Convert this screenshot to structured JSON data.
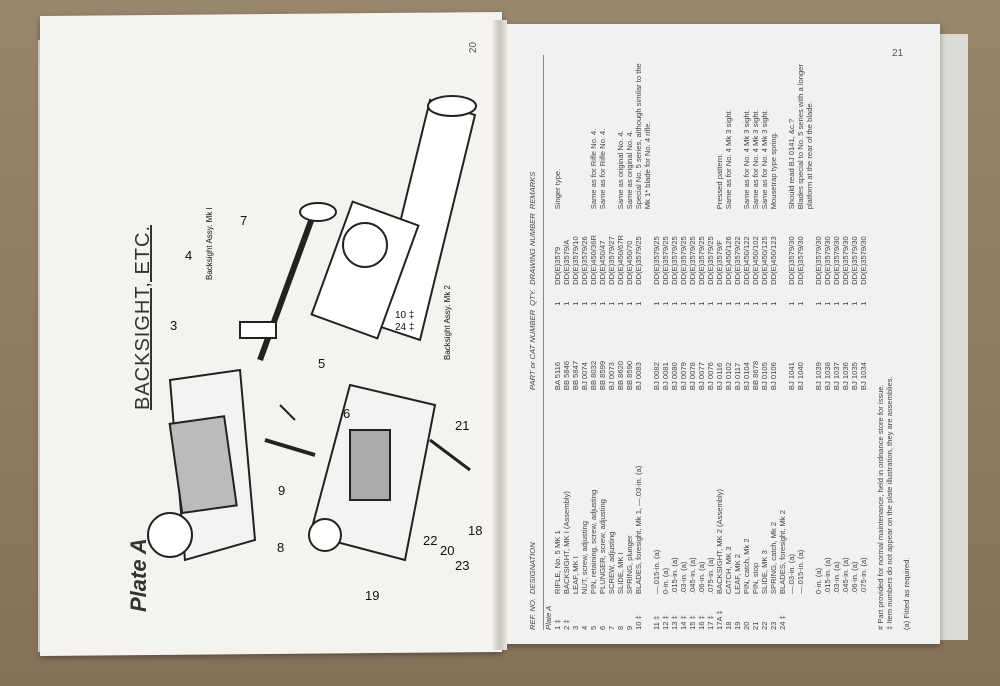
{
  "left_page": {
    "page_number": "20",
    "plate_label": "Plate A",
    "title": "BACKSIGHT, ETC.",
    "callouts": [
      "3",
      "4",
      "5",
      "6",
      "7",
      "8",
      "9",
      "10 ‡",
      "24 ‡",
      "18",
      "19",
      "20",
      "21",
      "22",
      "23"
    ],
    "assy_labels": [
      "Backsight Assy. Mk I",
      "Backsight Assy. Mk 2"
    ]
  },
  "right_page": {
    "page_number": "21",
    "headers": {
      "ref": "REF. NO.",
      "designation": "DESIGNATION",
      "part": "PART or CAT NUMBER",
      "qty": "QTY.",
      "drawing": "DRAWING NUMBER",
      "remarks": "REMARKS"
    },
    "plate_row": "Plate A",
    "rows": [
      {
        "ref": "1 ‡",
        "des": "RIFLE, No. 5 MK 1",
        "part": "BA 5116",
        "qty": "1",
        "drw": "DD(E)3579",
        "rem": "Singer type."
      },
      {
        "ref": "2 ‡",
        "des": "BACKSIGHT, MK I (Assembly)",
        "part": "BB 5846",
        "qty": "1",
        "drw": "DD(E)3579/A",
        "rem": ""
      },
      {
        "ref": "3",
        "des": "LEAF, MK I",
        "part": "BB 5847",
        "qty": "1",
        "drw": "DD(E)3579/10",
        "rem": ""
      },
      {
        "ref": "4",
        "des": "NUT, screw, adjusting",
        "part": "BJ 0074",
        "qty": "1",
        "drw": "DD(E)3579/26",
        "rem": ""
      },
      {
        "ref": "5",
        "des": "PIN, retaining, screw, adjusting",
        "part": "BB 8032",
        "qty": "1",
        "drw": "DD(E)450/36R",
        "rem": "Same as for Rifle No. 4."
      },
      {
        "ref": "6",
        "des": "PLUNGER, screw, adjusting",
        "part": "BB 8599",
        "qty": "1",
        "drw": "DD(E)450/47",
        "rem": "Same as for Rifle No. 4."
      },
      {
        "ref": "7",
        "des": "SCREW, adjusting",
        "part": "BJ 0073",
        "qty": "1",
        "drw": "DD(E)3579/27",
        "rem": ""
      },
      {
        "ref": "8",
        "des": "SLIDE, MK I",
        "part": "BB 8620",
        "qty": "1",
        "drw": "DD(E)450/67R",
        "rem": "Same as original No. 4."
      },
      {
        "ref": "9",
        "des": "SPRING, plunger",
        "part": "BB 8590",
        "qty": "1",
        "drw": "DD(E)450/70",
        "rem": "Same as original No. 4."
      },
      {
        "ref": "10 ‡",
        "des": "BLADES, foresight, Mk 1, —.03-in. (a)",
        "part": "BJ 0083",
        "qty": "1",
        "drw": "DD(E)3579/25",
        "rem": "Special No. 5 series, although similar to the Mk 1* blade for No. 4 rifle."
      },
      {
        "ref": "11 ‡",
        "des": "—.015-in. (a)",
        "part": "BJ 0082",
        "qty": "1",
        "drw": "DD(E)3579/25",
        "rem": ""
      },
      {
        "ref": "12 ‡",
        "des": "0-in. (a)",
        "part": "BJ 0081",
        "qty": "1",
        "drw": "DD(E)3579/25",
        "rem": ""
      },
      {
        "ref": "13 ‡",
        "des": ".015-in. (a)",
        "part": "BJ 0080",
        "qty": "1",
        "drw": "DD(E)3579/25",
        "rem": ""
      },
      {
        "ref": "14 ‡",
        "des": ".03-in. (a)",
        "part": "BJ 0079",
        "qty": "1",
        "drw": "DD(E)3579/25",
        "rem": ""
      },
      {
        "ref": "15 ‡",
        "des": ".045-in. (a)",
        "part": "BJ 0078",
        "qty": "1",
        "drw": "DD(E)3579/25",
        "rem": ""
      },
      {
        "ref": "16 ‡",
        "des": ".06-in. (a)",
        "part": "BJ 0077",
        "qty": "1",
        "drw": "DD(E)3579/25",
        "rem": ""
      },
      {
        "ref": "17 ‡",
        "des": ".075-in. (a)",
        "part": "BJ 0076",
        "qty": "1",
        "drw": "DD(E)3579/25",
        "rem": ""
      },
      {
        "ref": "17A ‡",
        "des": "BACKSIGHT, MK 2 (Assembly)",
        "part": "BJ 0116",
        "qty": "1",
        "drw": "DD(E)3579/F",
        "rem": "Pressed pattern."
      },
      {
        "ref": "18",
        "des": "CATCH, MK 3",
        "part": "BJ 0102",
        "qty": "1",
        "drw": "DD(E)450/126",
        "rem": "Same as for No. 4 Mk 3 sight."
      },
      {
        "ref": "19",
        "des": "LEAF, MK 2",
        "part": "BJ 0117",
        "qty": "1",
        "drw": "DD(E)3579/22",
        "rem": ""
      },
      {
        "ref": "20",
        "des": "PIN, catch, Mk 2",
        "part": "BJ 0104",
        "qty": "1",
        "drw": "DD(E)450/122",
        "rem": "Same as for No. 4 Mk 3 sight."
      },
      {
        "ref": "21",
        "des": "PIN, stop",
        "part": "BB 8678",
        "qty": "1",
        "drw": "DD(E)450/102",
        "rem": "Same as for No. 4 Mk 3 sight."
      },
      {
        "ref": "22",
        "des": "SLIDE, MK 3",
        "part": "BJ 0105",
        "qty": "1",
        "drw": "DD(E)450/125",
        "rem": "Same as for No. 4 Mk 3 sight."
      },
      {
        "ref": "23",
        "des": "SPRING, catch, Mk 2",
        "part": "BJ 0106",
        "qty": "1",
        "drw": "DD(E)450/123",
        "rem": "Mousetrap type spring."
      },
      {
        "ref": "24 ‡",
        "des": "BLADES, foresight, Mk 2",
        "part": "",
        "qty": "",
        "drw": "",
        "rem": ""
      },
      {
        "ref": "",
        "des": "—.03-in. (a)",
        "part": "BJ 1041",
        "qty": "1",
        "drw": "DD(E)3579/30",
        "rem": "Should read BJ 0141, &c.?"
      },
      {
        "ref": "",
        "des": "—.015-in. (a)",
        "part": "BJ 1040",
        "qty": "1",
        "drw": "DD(E)3579/30",
        "rem": "Blades special to No. 5 series with a longer platform at the rear of the blade."
      },
      {
        "ref": "",
        "des": "0-in. (a)",
        "part": "BJ 1039",
        "qty": "1",
        "drw": "DD(E)3579/30",
        "rem": ""
      },
      {
        "ref": "",
        "des": ".015-in. (a)",
        "part": "BJ 1038",
        "qty": "1",
        "drw": "DD(E)3579/30",
        "rem": ""
      },
      {
        "ref": "",
        "des": ".03-in. (a)",
        "part": "BJ 1037",
        "qty": "1",
        "drw": "DD(E)3579/30",
        "rem": ""
      },
      {
        "ref": "",
        "des": ".045-in. (a)",
        "part": "BJ 1036",
        "qty": "1",
        "drw": "DD(E)3579/30",
        "rem": ""
      },
      {
        "ref": "",
        "des": ".06-in. (a)",
        "part": "BJ 1035",
        "qty": "1",
        "drw": "DD(E)3579/30",
        "rem": ""
      },
      {
        "ref": "",
        "des": ".075-in. (a)",
        "part": "BJ 1034",
        "qty": "1",
        "drw": "DD(E)3579/30",
        "rem": ""
      }
    ],
    "footnotes": [
      "#  Part provided for normal maintenance, held in ordnance store for issue.",
      "‡  Item numbers do not appear on the plate illustration, they are assemblies.",
      "(a)  Fitted as required."
    ]
  }
}
